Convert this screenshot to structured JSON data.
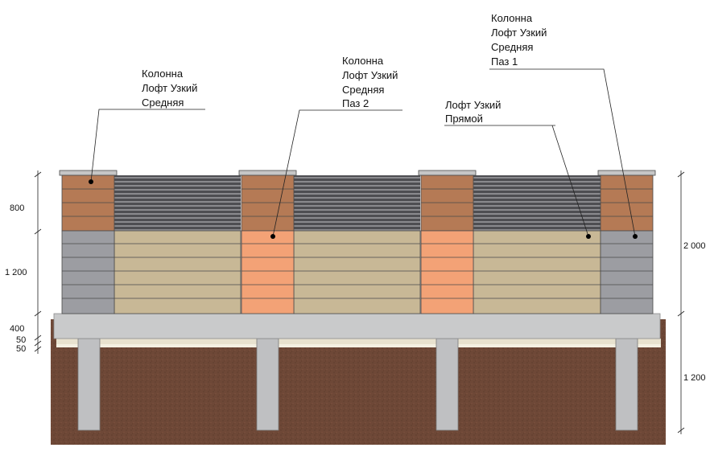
{
  "callouts": {
    "col_mid": {
      "lines": [
        "Колонна",
        "Лофт Узкий",
        "Средняя"
      ]
    },
    "col_paz2": {
      "lines": [
        "Колонна",
        "Лофт Узкий",
        "Средняя",
        "Паз 2"
      ]
    },
    "panel": {
      "lines": [
        "Лофт Узкий",
        "Прямой"
      ]
    },
    "col_paz1": {
      "lines": [
        "Колонна",
        "Лофт Узкий",
        "Средняя",
        "Паз 1"
      ]
    }
  },
  "dims_left": {
    "top_part": "800",
    "bottom_part": "1 200",
    "foundation": "400",
    "layer_a": "50",
    "layer_b": "50"
  },
  "dims_right": {
    "total": "2 000",
    "piles": "1 200"
  },
  "colors": {
    "soil": "#6e4837",
    "concrete": "#c9cacb",
    "column_top_brick": "#b57a55",
    "column_grey": "#9c9da2",
    "column_peach": "#f3a276",
    "panel_beige": "#c8b896",
    "slats_dark": "#5a5a5e"
  }
}
